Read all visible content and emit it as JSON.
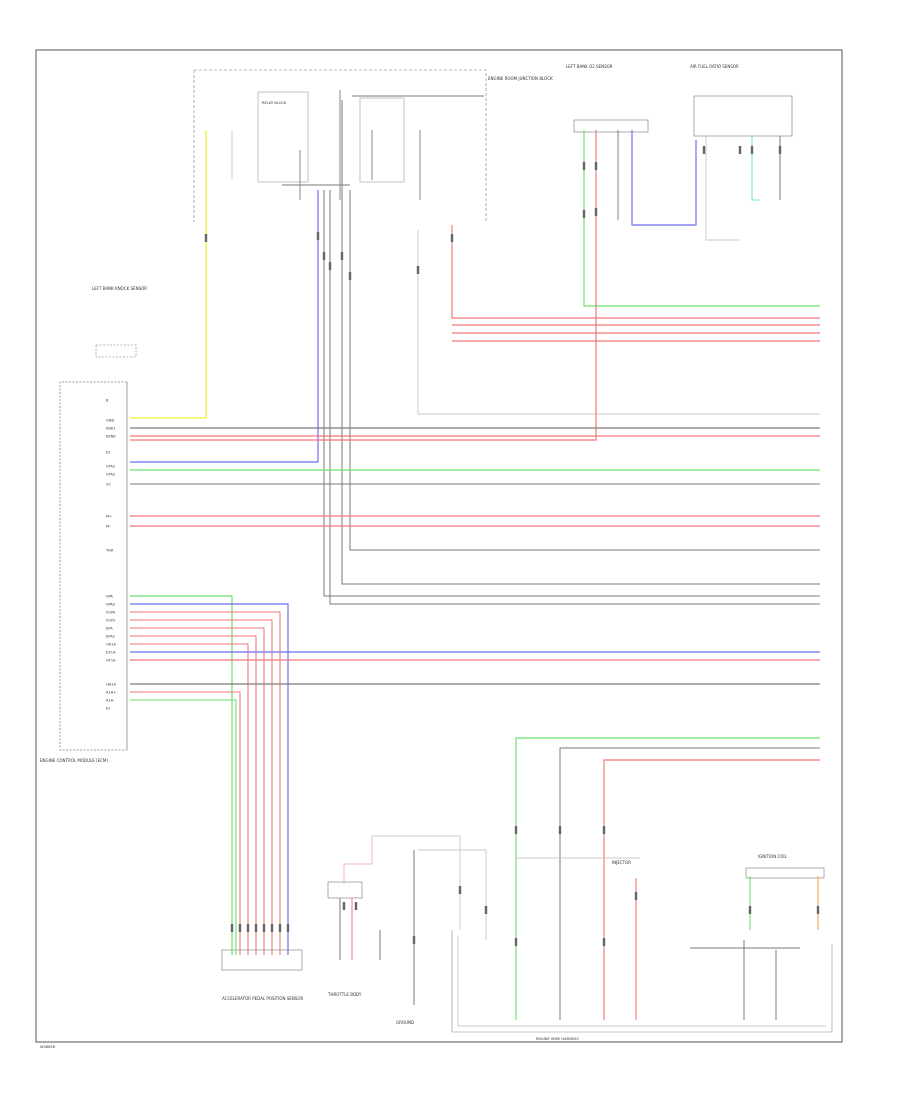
{
  "diagram": {
    "caption": "",
    "page_code": "W36856",
    "colors": {
      "frame": "#555555",
      "yellow": "#f2f23a",
      "red": "#f07878",
      "blue": "#6e6ef0",
      "green": "#6ee26e",
      "gray": "#7a7a7a",
      "light": "#c8c8c8",
      "cyan": "#7fe0e0",
      "orange": "#f0a050",
      "pink": "#f0b0b0"
    },
    "components": [
      {
        "id": "ecm",
        "name": "ENGINE CONTROL MODULE (ECM)"
      },
      {
        "id": "knock",
        "name": "LEFT BANK KNOCK SENSOR"
      },
      {
        "id": "engine-room-jb",
        "name": "ENGINE ROOM JUNCTION BLOCK"
      },
      {
        "id": "relay-block",
        "name": "RELAY BLOCK"
      },
      {
        "id": "left-o2",
        "name": "LEFT BANK O2 SENSOR"
      },
      {
        "id": "air-fuel",
        "name": "AIR FUEL RATIO SENSOR"
      },
      {
        "id": "accel-pedal",
        "name": "ACCELERATOR PEDAL POSITION SENSOR"
      },
      {
        "id": "throttle",
        "name": "THROTTLE BODY"
      },
      {
        "id": "ground",
        "name": "GROUND"
      },
      {
        "id": "injector",
        "name": "INJECTOR"
      },
      {
        "id": "ignition-coil",
        "name": "IGNITION COIL"
      },
      {
        "id": "harness",
        "name": "ENGINE WIRE HARNESS"
      }
    ],
    "ecm_pins": [
      "B",
      "GND",
      "KNK1",
      "EKNK",
      "E2",
      "VTA1",
      "VTA2",
      "VC",
      "M+",
      "M-",
      "THA",
      "VPA",
      "VPA2",
      "VCPA",
      "VCP2",
      "EPA",
      "EPA2",
      "OX1A",
      "EX1A",
      "HT1A",
      "HA1A",
      "A1A+",
      "A1A-",
      "E1"
    ],
    "wire_colors": [
      "YEL",
      "RED",
      "BLK",
      "BLU",
      "GRN",
      "WHT",
      "GRY",
      "BRN",
      "RED/WHT",
      "GRN/RED",
      "BLU/RED",
      "BLK/WHT"
    ]
  }
}
